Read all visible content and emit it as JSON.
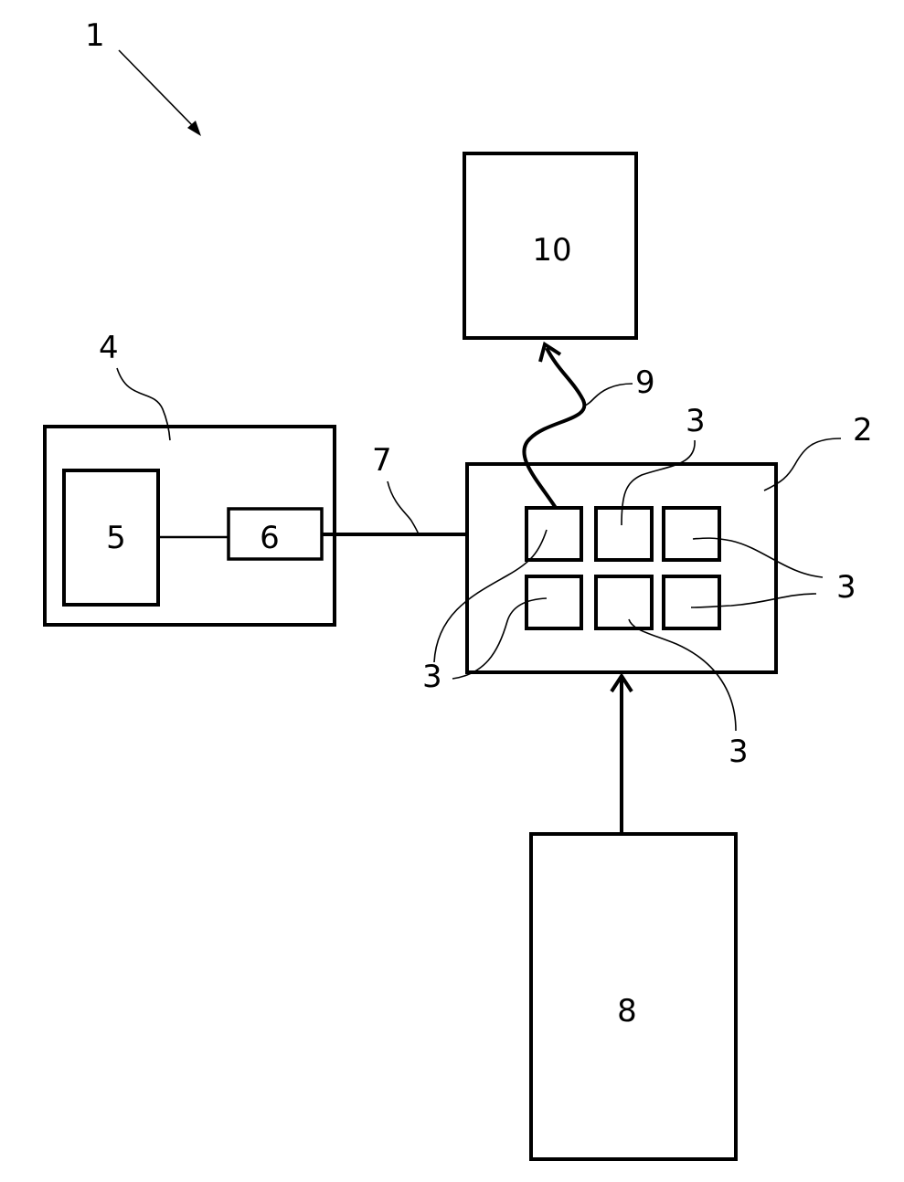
{
  "diagram": {
    "labels": {
      "system": "1",
      "unit_2": "2",
      "element_3": "3",
      "unit_4": "4",
      "component_5": "5",
      "component_6": "6",
      "link_7": "7",
      "unit_8": "8",
      "link_9": "9",
      "unit_10": "10"
    },
    "elements_3_count": 6,
    "element_3_callouts": 6,
    "line_color": "#000000",
    "background_color": "#ffffff"
  }
}
